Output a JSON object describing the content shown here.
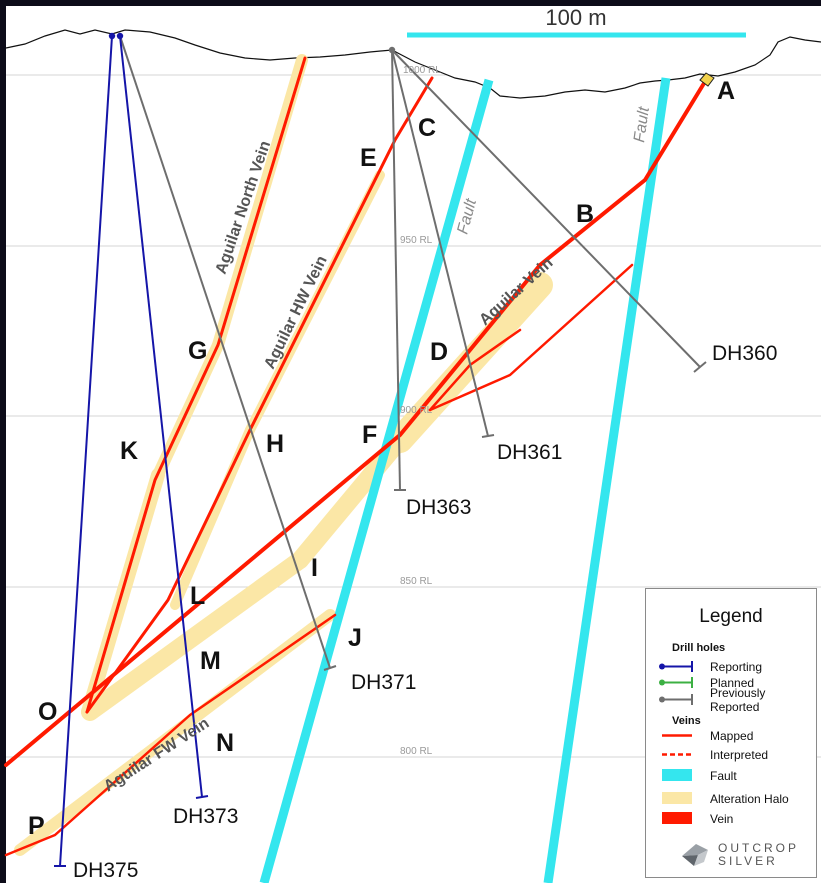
{
  "scale_bar": {
    "label": "100 m"
  },
  "rl_labels": [
    "1000 RL",
    "950 RL",
    "900 RL",
    "850 RL",
    "800 RL"
  ],
  "points": [
    "A",
    "B",
    "C",
    "D",
    "E",
    "F",
    "G",
    "H",
    "I",
    "J",
    "K",
    "L",
    "M",
    "N",
    "O",
    "P"
  ],
  "drill_holes": [
    "DH360",
    "DH361",
    "DH363",
    "DH371",
    "DH373",
    "DH375"
  ],
  "vein_names": [
    "Aguilar North Vein",
    "Aguilar HW Vein",
    "Aguilar Vein",
    "Aguilar FW Vein"
  ],
  "fault_label": "Fault",
  "colors": {
    "reporting": "#1515a8",
    "planned": "#3cb043",
    "previously_reported": "#6e6e6e",
    "vein": "#ff1a00",
    "fault": "#34e6ee",
    "alteration_halo": "#fbe7a6",
    "background": "#ffffff",
    "frame": "#0d0c19"
  },
  "legend": {
    "title": "Legend",
    "drill_holes_heading": "Drill holes",
    "reporting": "Reporting",
    "planned": "Planned",
    "previously_reported": "Previously Reported",
    "veins_heading": "Veins",
    "mapped": "Mapped",
    "interpreted": "Interpreted",
    "fault": "Fault",
    "alteration_halo": "Alteration Halo",
    "vein": "Vein",
    "brand_line1": "OUTCROP",
    "brand_line2": "SILVER"
  }
}
